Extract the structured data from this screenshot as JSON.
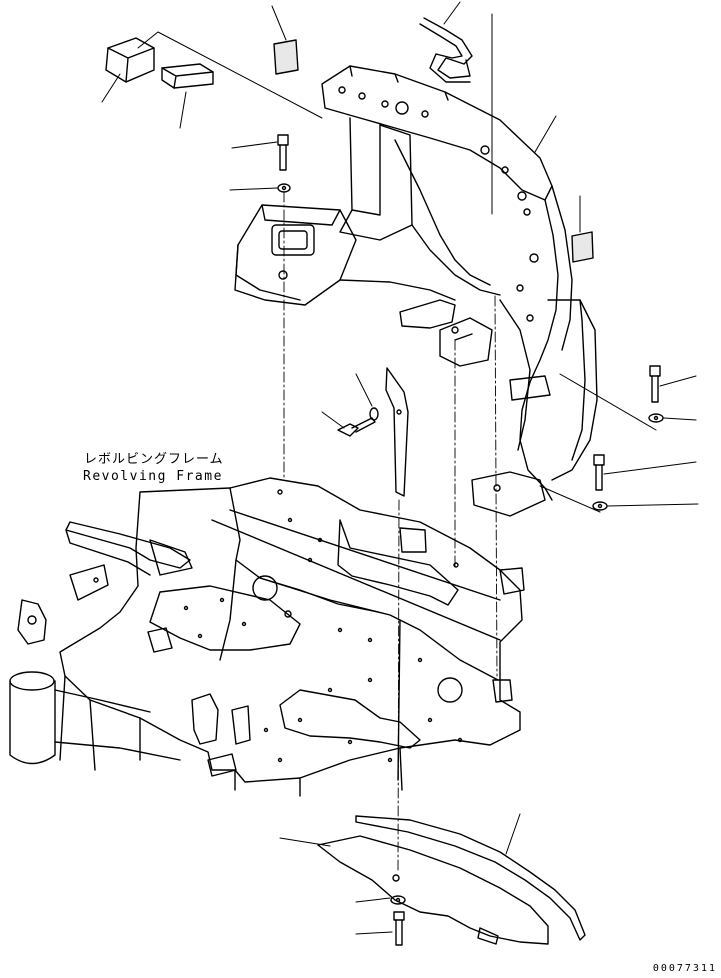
{
  "frame_label": {
    "japanese": "レボルビングフレーム",
    "english": "Revolving Frame"
  },
  "drawing_number": "00077311",
  "colors": {
    "ink": "#000000",
    "paper": "#ffffff",
    "shade": "#d9d9d9"
  }
}
